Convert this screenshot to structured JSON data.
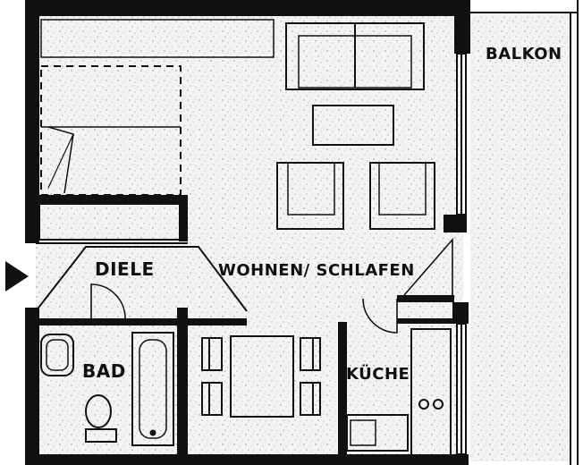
{
  "labels": {
    "balkon": "BALKON",
    "diele": "DIELE",
    "wohnen_schlafen": "WOHNEN/ SCHLAFEN",
    "bad": "BAD",
    "kueche": "KÜCHE"
  },
  "colors": {
    "wall": "#111111",
    "floor": "#f2f2f2",
    "speckle": "#8a8a8a",
    "background": "#ffffff"
  },
  "icons": {
    "entrance": "entrance-arrow-icon"
  }
}
